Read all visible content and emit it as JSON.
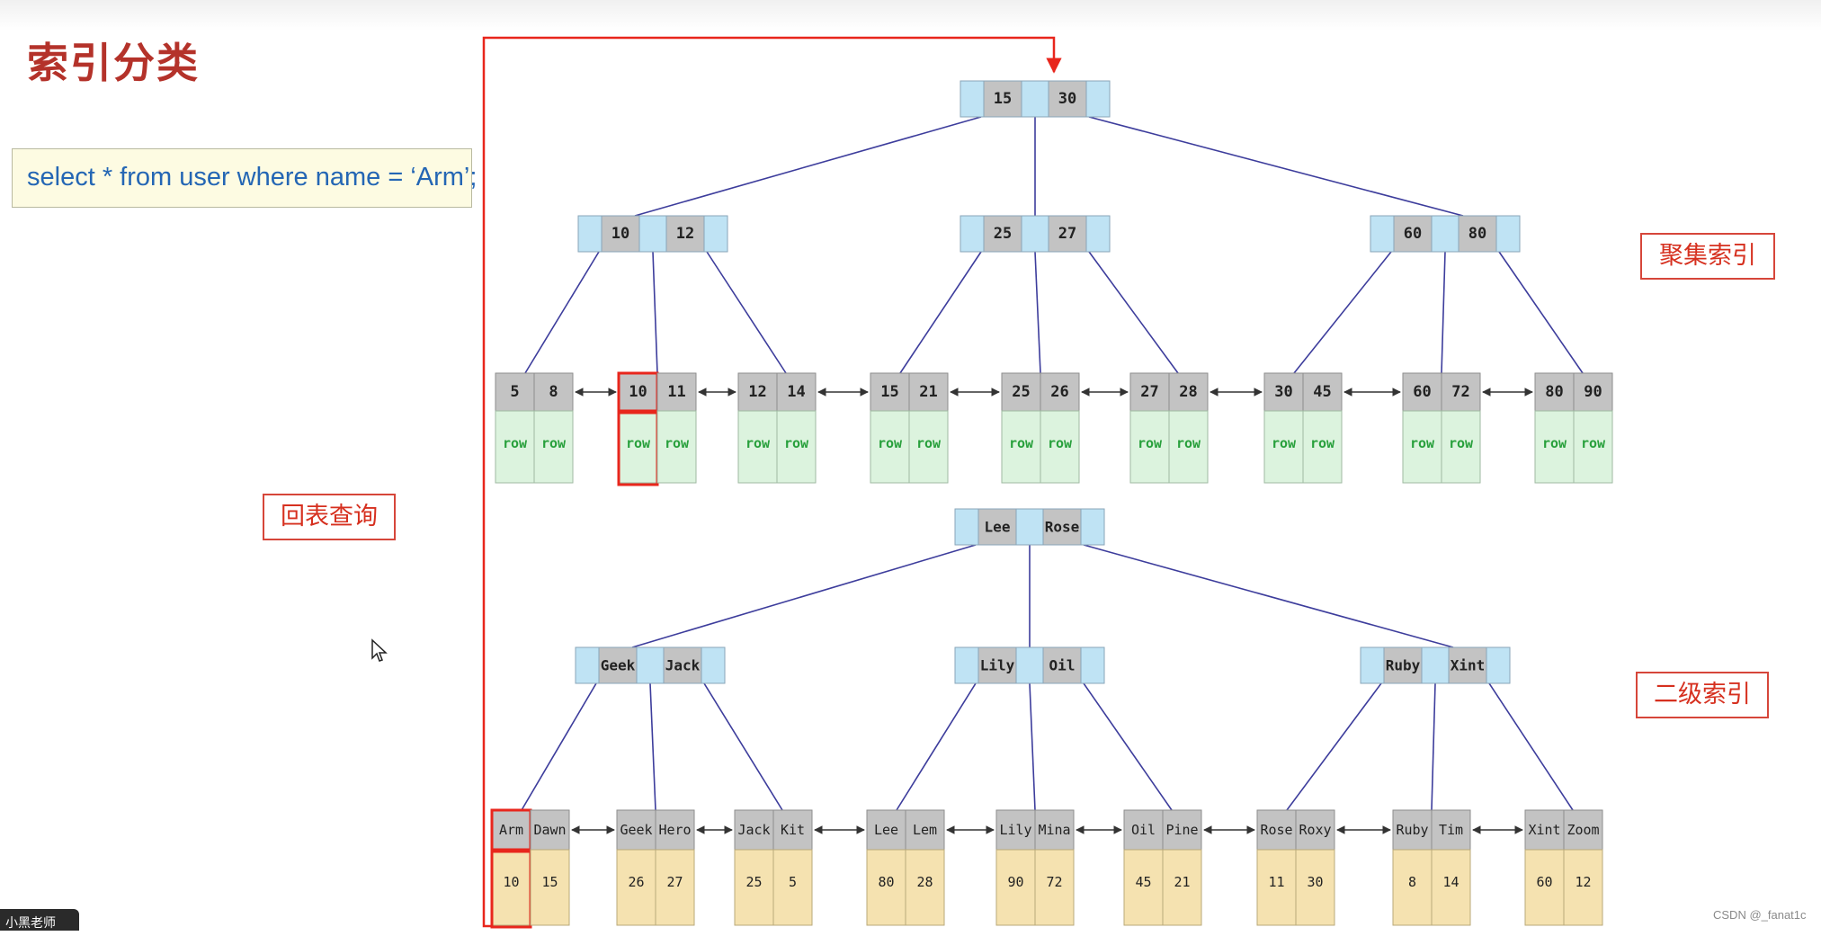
{
  "title": "索引分类",
  "sql": "select * from user where name = ‘Arm’;",
  "labels": {
    "clustered": "聚集索引",
    "secondary": "二级索引",
    "lookup": "回表查询"
  },
  "bottom_tab": "小黑老师",
  "credit": "CSDN @_fanat1c",
  "clustered_tree": {
    "root": [
      "15",
      "30"
    ],
    "internal": [
      [
        "10",
        "12"
      ],
      [
        "25",
        "27"
      ],
      [
        "60",
        "80"
      ]
    ],
    "leaves": [
      {
        "keys": [
          "5",
          "8"
        ],
        "rows": [
          "row",
          "row"
        ]
      },
      {
        "keys": [
          "10",
          "11"
        ],
        "rows": [
          "row",
          "row"
        ],
        "highlight": 0
      },
      {
        "keys": [
          "12",
          "14"
        ],
        "rows": [
          "row",
          "row"
        ]
      },
      {
        "keys": [
          "15",
          "21"
        ],
        "rows": [
          "row",
          "row"
        ]
      },
      {
        "keys": [
          "25",
          "26"
        ],
        "rows": [
          "row",
          "row"
        ]
      },
      {
        "keys": [
          "27",
          "28"
        ],
        "rows": [
          "row",
          "row"
        ]
      },
      {
        "keys": [
          "30",
          "45"
        ],
        "rows": [
          "row",
          "row"
        ]
      },
      {
        "keys": [
          "60",
          "72"
        ],
        "rows": [
          "row",
          "row"
        ]
      },
      {
        "keys": [
          "80",
          "90"
        ],
        "rows": [
          "row",
          "row"
        ]
      }
    ]
  },
  "secondary_tree": {
    "root": [
      "Lee",
      "Rose"
    ],
    "internal": [
      [
        "Geek",
        "Jack"
      ],
      [
        "Lily",
        "Oil"
      ],
      [
        "Ruby",
        "Xint"
      ]
    ],
    "leaves": [
      {
        "keys": [
          "Arm",
          "Dawn"
        ],
        "vals": [
          "10",
          "15"
        ],
        "highlight": 0
      },
      {
        "keys": [
          "Geek",
          "Hero"
        ],
        "vals": [
          "26",
          "27"
        ]
      },
      {
        "keys": [
          "Jack",
          "Kit"
        ],
        "vals": [
          "25",
          "5"
        ]
      },
      {
        "keys": [
          "Lee",
          "Lem"
        ],
        "vals": [
          "80",
          "28"
        ]
      },
      {
        "keys": [
          "Lily",
          "Mina"
        ],
        "vals": [
          "90",
          "72"
        ]
      },
      {
        "keys": [
          "Oil",
          "Pine"
        ],
        "vals": [
          "45",
          "21"
        ]
      },
      {
        "keys": [
          "Rose",
          "Roxy"
        ],
        "vals": [
          "11",
          "30"
        ]
      },
      {
        "keys": [
          "Ruby",
          "Tim"
        ],
        "vals": [
          "8",
          "14"
        ]
      },
      {
        "keys": [
          "Xint",
          "Zoom"
        ],
        "vals": [
          "60",
          "12"
        ]
      }
    ]
  },
  "colors": {
    "title": "#b4322a",
    "highlight": "#e8261c",
    "pointer_cell": "#bfe3f4",
    "key_cell": "#c3c3c3",
    "row_cell": "#dcf3de",
    "row_text": "#28a03c",
    "value_cell": "#f5e2b0",
    "tree_edge": "#3d3d9c",
    "leaf_link": "#333333"
  }
}
